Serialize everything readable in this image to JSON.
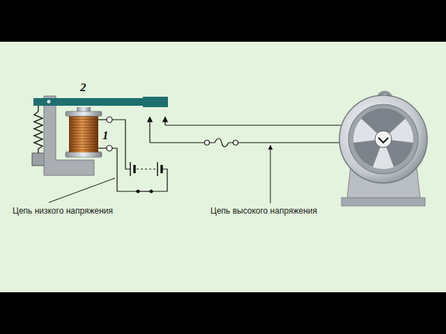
{
  "diagram": {
    "labels": [
      "2",
      "1",
      "Цепь низкого напряжения",
      "Цепь высокого напряжения"
    ]
  }
}
